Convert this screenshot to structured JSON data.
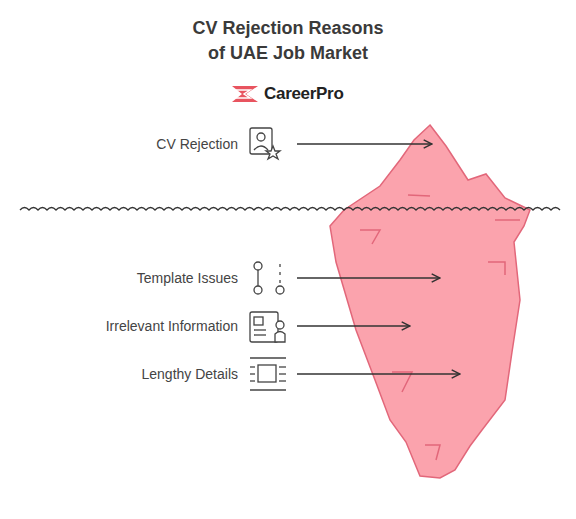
{
  "diagram": {
    "title": "CV Rejection Reasons of UAE Job Market",
    "labels": [
      "CareerPro",
      "CV Rejection",
      "Template Issues",
      "Irrelevant Information",
      "Lengthy Details"
    ]
  }
}
